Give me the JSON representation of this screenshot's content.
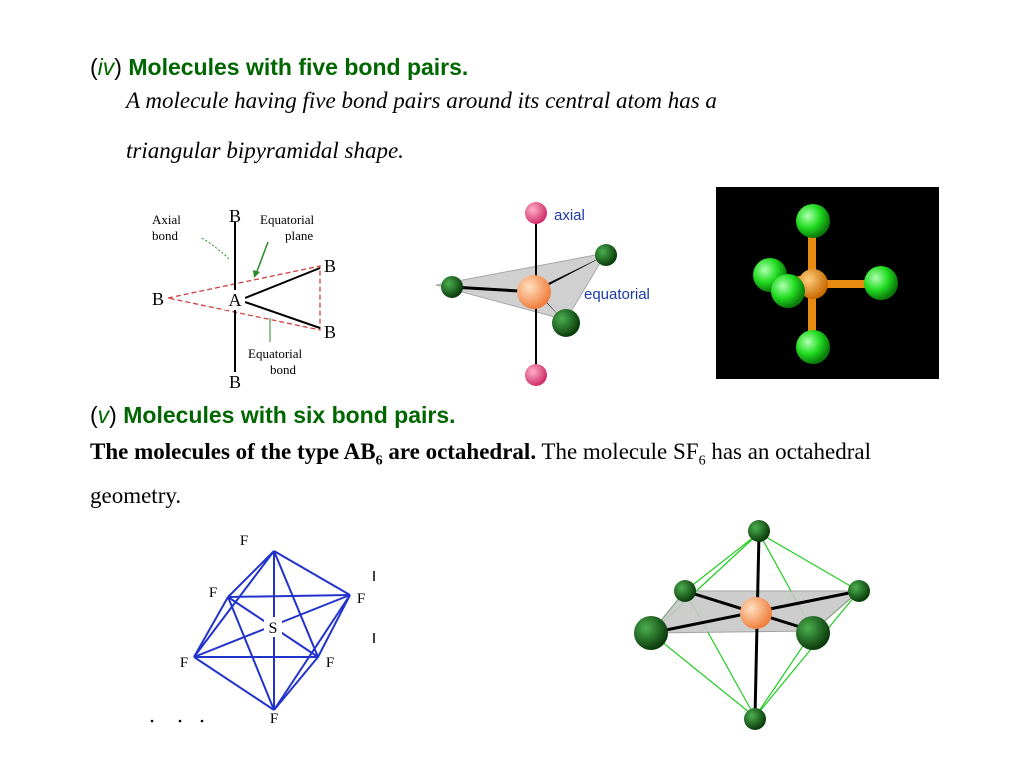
{
  "section_iv": {
    "paren_open": "(",
    "roman": "iv",
    "paren_close": ")",
    "title": "Molecules with five bond pairs.",
    "line1": "A molecule having five bond pairs around its central atom has a",
    "line2": "triangular bipyramidal shape."
  },
  "diagram_bipyramid": {
    "atom_a": "A",
    "atom_b": "B",
    "label_axial_bond_1": "Axial",
    "label_axial_bond_2": "bond",
    "label_eq_plane_1": "Equatorial",
    "label_eq_plane_2": "plane",
    "label_eq_bond_1": "Equatorial",
    "label_eq_bond_2": "bond"
  },
  "diagram_ball_stick_5": {
    "label_axial": "axial",
    "label_equatorial": "equatorial"
  },
  "section_v": {
    "paren_open": "(",
    "roman": "v",
    "paren_close": ")",
    "title": "Molecules with six bond pairs.",
    "bold_part1": "The molecules of the type AB",
    "bold_sub": "6",
    "bold_part2": " are octahedral.",
    "normal_part1": " The molecule SF",
    "normal_sub": "6",
    "normal_part2": " has an octahedral geometry."
  },
  "diagram_octahedron": {
    "atom_s": "S",
    "atom_f": "F"
  },
  "colors": {
    "heading_green": "#006600",
    "octahedron_blue": "#2233cc",
    "fluorine_green": "#1a6b1a",
    "center_orange": "#f4a460",
    "dash_red": "#d04040"
  }
}
